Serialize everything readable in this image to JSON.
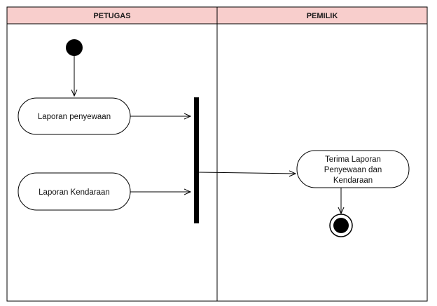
{
  "diagram": {
    "type": "activity-swimlane",
    "colors": {
      "lane_header": "#f8cecc",
      "stroke": "#000000",
      "node_fill": "#ffffff"
    },
    "lanes": [
      {
        "id": "petugas",
        "title": "PETUGAS"
      },
      {
        "id": "pemilik",
        "title": "PEMILIK"
      }
    ],
    "nodes": [
      {
        "id": "start",
        "kind": "initial",
        "lane": "petugas"
      },
      {
        "id": "laporan_penyewaan",
        "kind": "action",
        "lane": "petugas",
        "lines": [
          "Laporan penyewaan"
        ]
      },
      {
        "id": "laporan_kendaraan",
        "kind": "action",
        "lane": "petugas",
        "lines": [
          "Laporan Kendaraan"
        ]
      },
      {
        "id": "join",
        "kind": "join-bar"
      },
      {
        "id": "terima_laporan",
        "kind": "action",
        "lane": "pemilik",
        "lines": [
          "Terima Laporan",
          "Penyewaan dan",
          "Kendaraan"
        ]
      },
      {
        "id": "end",
        "kind": "final",
        "lane": "pemilik"
      }
    ],
    "edges": [
      {
        "from": "start",
        "to": "laporan_penyewaan"
      },
      {
        "from": "laporan_penyewaan",
        "to": "join"
      },
      {
        "from": "laporan_kendaraan",
        "to": "join"
      },
      {
        "from": "join",
        "to": "terima_laporan"
      },
      {
        "from": "terima_laporan",
        "to": "end"
      }
    ]
  }
}
